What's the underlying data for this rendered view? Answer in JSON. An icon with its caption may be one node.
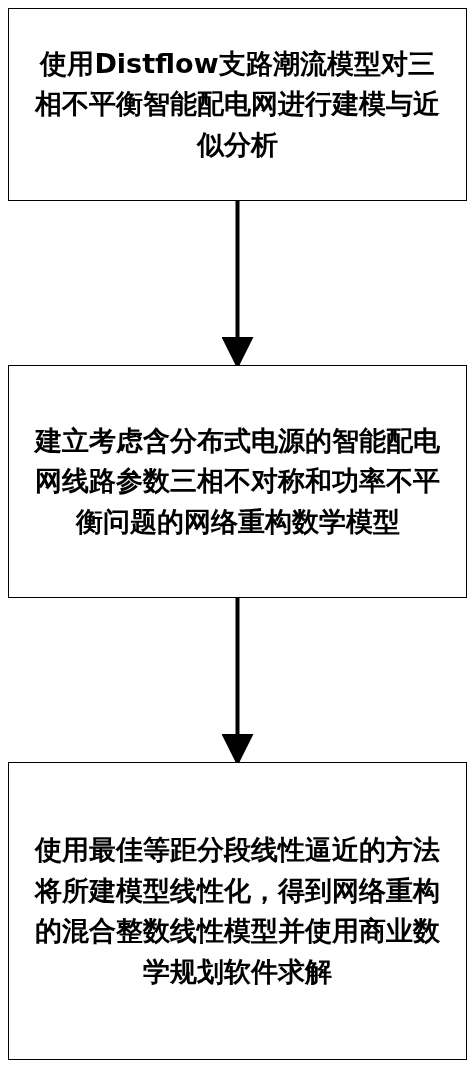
{
  "diagram": {
    "nodes": [
      {
        "text": [
          "使用Distflow支路潮流模型对三相不平衡智能配电网进行建模与近似分析"
        ]
      },
      {
        "text": [
          "建立考虑含分布式电源的智能配电网线路参数三相不对称和功率不平衡问题的网络重构数学模型"
        ]
      },
      {
        "text": [
          "使用最佳等距分段线性逼近的方法将所建模型线性化，得到网络重构的混合整数线性模型并使用商业数学规划软件求解"
        ]
      }
    ],
    "edges": [
      {
        "from": 0,
        "to": 1,
        "arrow": "to"
      },
      {
        "from": 1,
        "to": 2,
        "arrow": "to"
      }
    ]
  }
}
